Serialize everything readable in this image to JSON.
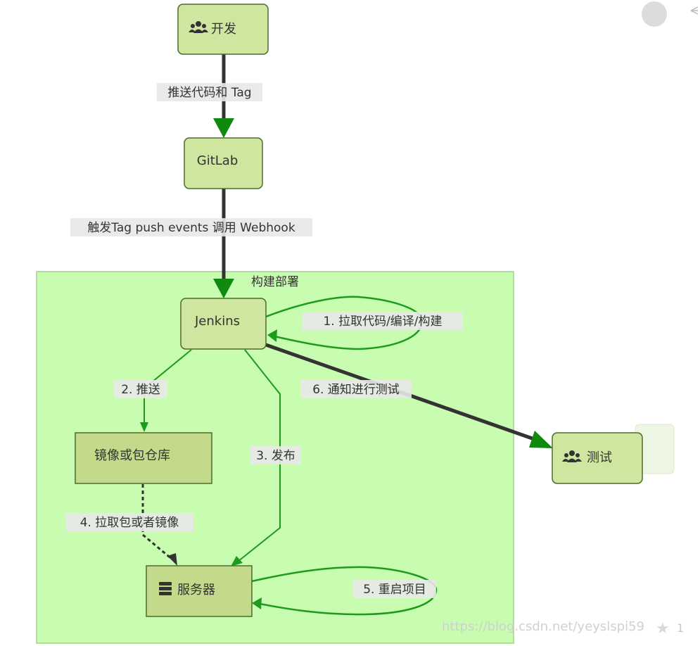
{
  "colors": {
    "node_fill": "#cfe6a0",
    "node_fill_dark": "#c2da8a",
    "node_stroke": "#4e6b2c",
    "subgraph_fill": "#c8fcb0",
    "subgraph_stroke": "#9fd18a",
    "edge_dark": "#333333",
    "edge_green": "#1e9b1e",
    "arrow_green": "#0f8a0f"
  },
  "nodes": {
    "dev": {
      "label": "开发",
      "icon": "users-icon"
    },
    "gitlab": {
      "label": "GitLab"
    },
    "jenkins": {
      "label": "Jenkins"
    },
    "registry": {
      "label": "镜像或包仓库"
    },
    "server": {
      "label": "服务器",
      "icon": "server-icon"
    },
    "test": {
      "label": "测试",
      "icon": "users-icon"
    }
  },
  "subgraph": {
    "title": "构建部署"
  },
  "edges": {
    "push_code": "推送代码和 Tag",
    "trigger": "触发Tag push events 调用 Webhook",
    "step1": "1. 拉取代码/编译/构建",
    "step2": "2. 推送",
    "step3": "3. 发布",
    "step4": "4. 拉取包或者镜像",
    "step5": "5. 重启项目",
    "step6": "6. 通知进行测试"
  },
  "watermark": "https://blog.csdn.net/yeyslspi59",
  "like_count": "1"
}
